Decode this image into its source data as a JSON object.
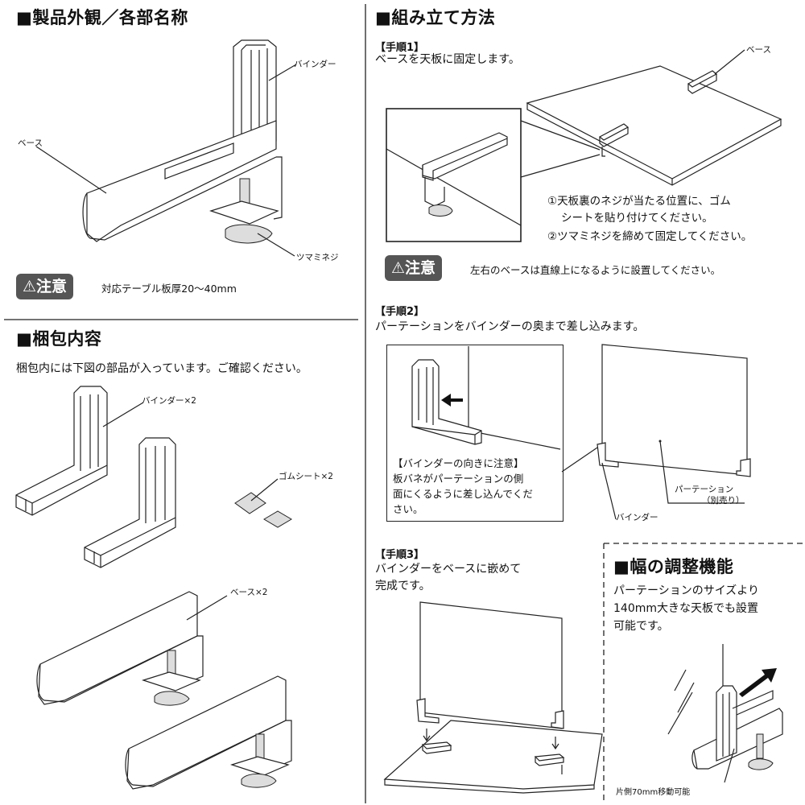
{
  "sections": {
    "appearance": {
      "title": "■製品外観／各部名称"
    },
    "assembly": {
      "title": "■組み立て方法"
    },
    "package": {
      "title": "■梱包内容",
      "description": "梱包内には下図の部品が入っています。ご確認ください。"
    },
    "width": {
      "title": "■幅の調整機能",
      "lines": [
        "パーテーションのサイズより",
        "140mm大きな天板でも設置",
        "可能です。"
      ],
      "move_label": "片側70mm移動可能"
    }
  },
  "labels": {
    "binder": "バインダー",
    "base": "ベース",
    "knob_screw": "ツマミネジ",
    "binder_x2": "バインダー×2",
    "rubber_x2": "ゴムシート×2",
    "base_x2": "ベース×2",
    "partition": "パーテーション",
    "sold_separately": "（別売り）"
  },
  "caution": {
    "label": "⚠注意",
    "appearance_note": "対応テーブル板厚20～40mm",
    "step1_note": "左右のベースは直線上になるように設置してください。"
  },
  "steps": {
    "step1": {
      "label": "【手順1】",
      "text": "ベースを天板に固定します。",
      "notes": [
        "①天板裏のネジが当たる位置に、ゴム",
        "シートを貼り付けてください。",
        "②ツマミネジを締めて固定してください。"
      ]
    },
    "step2": {
      "label": "【手順2】",
      "text": "パーテーションをバインダーの奥まで差し込みます。",
      "box_lines": [
        "【バインダーの向きに注意】",
        "板バネがパーテーションの側",
        "面にくるように差し込んでくだ",
        "さい。"
      ]
    },
    "step3": {
      "label": "【手順3】",
      "lines": [
        "バインダーをベースに嵌めて",
        "完成です。"
      ]
    }
  },
  "icons": {
    "caution": "warning-triangle-icon",
    "arrow": "arrow-left-icon"
  }
}
